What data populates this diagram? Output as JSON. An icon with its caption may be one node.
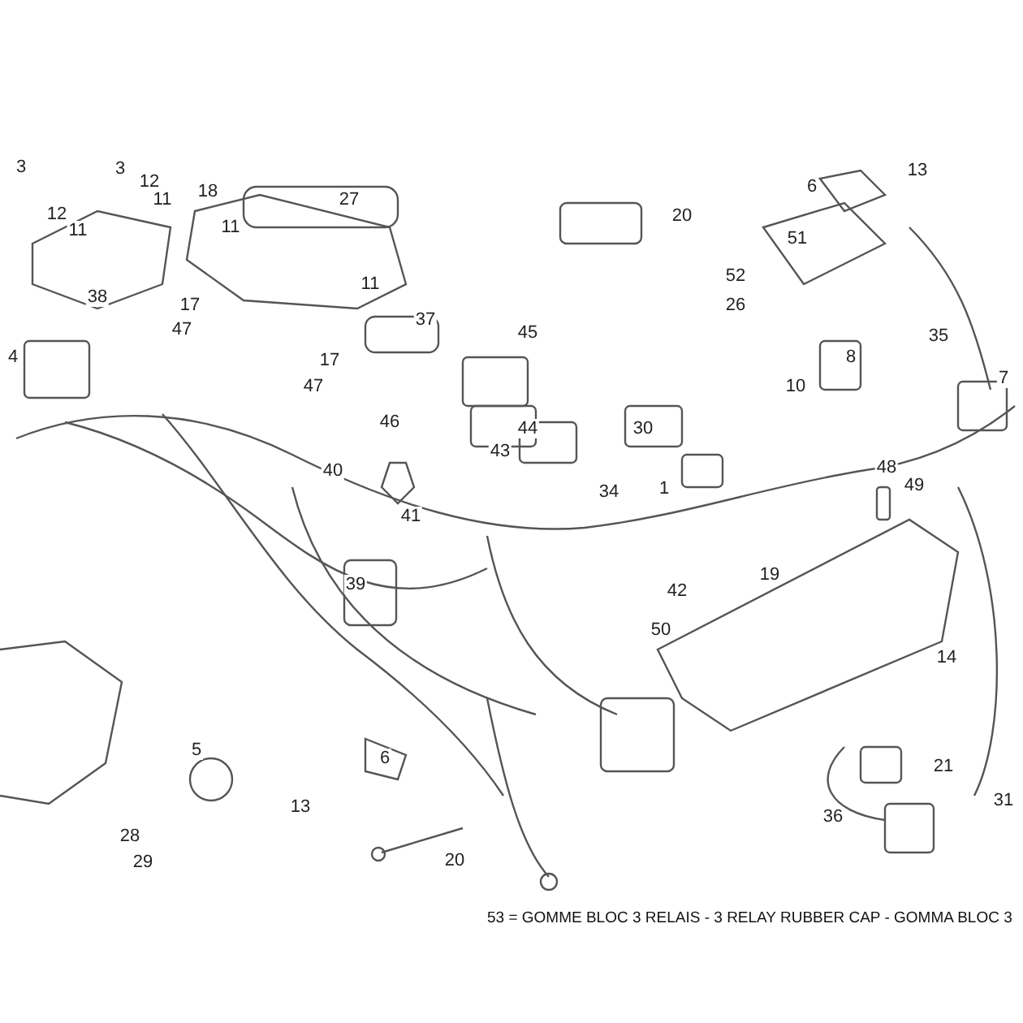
{
  "diagram": {
    "labels": [
      "3",
      "3",
      "12",
      "12",
      "11",
      "11",
      "18",
      "27",
      "11",
      "20",
      "6",
      "13",
      "51",
      "52",
      "11",
      "26",
      "38",
      "17",
      "37",
      "4",
      "47",
      "17",
      "35",
      "45",
      "47",
      "8",
      "10",
      "7",
      "44",
      "46",
      "43",
      "30",
      "40",
      "48",
      "1",
      "49",
      "34",
      "41",
      "19",
      "42",
      "39",
      "50",
      "14",
      "5",
      "6",
      "21",
      "13",
      "31",
      "36",
      "28",
      "20",
      "29",
      "53 = GOMME BLOC 3 RELAIS - 3 RELAY RUBBER CAP - GOMMA BLOC 3"
    ]
  }
}
